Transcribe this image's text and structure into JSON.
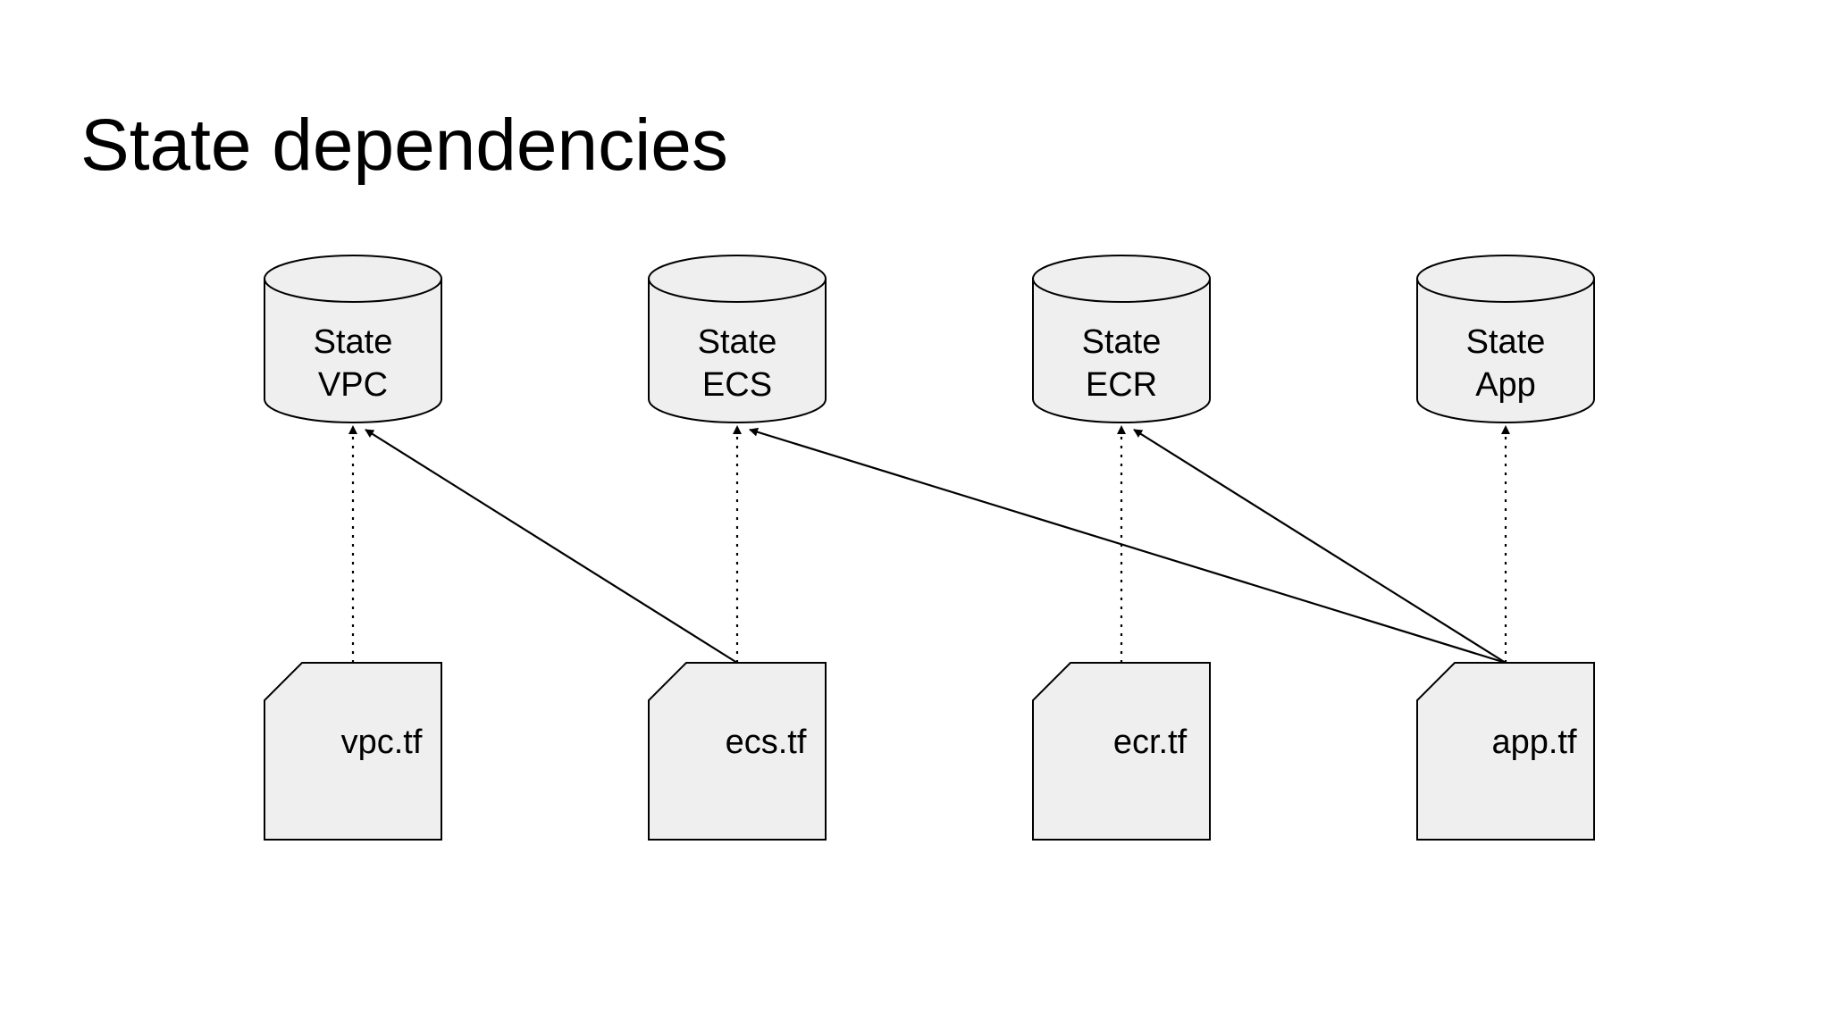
{
  "title": "State dependencies",
  "colors": {
    "shape_fill": "#efefef",
    "stroke": "#000000",
    "background": "#ffffff"
  },
  "states": [
    {
      "id": "vpc",
      "line1": "State",
      "line2": "VPC"
    },
    {
      "id": "ecs",
      "line1": "State",
      "line2": "ECS"
    },
    {
      "id": "ecr",
      "line1": "State",
      "line2": "ECR"
    },
    {
      "id": "app",
      "line1": "State",
      "line2": "App"
    }
  ],
  "files": [
    {
      "id": "vpc",
      "label": "vpc.tf"
    },
    {
      "id": "ecs",
      "label": "ecs.tf"
    },
    {
      "id": "ecr",
      "label": "ecr.tf"
    },
    {
      "id": "app",
      "label": "app.tf"
    }
  ],
  "dependencies": [
    {
      "from": "vpc",
      "to": "vpc",
      "style": "dotted"
    },
    {
      "from": "ecs",
      "to": "ecs",
      "style": "dotted"
    },
    {
      "from": "ecr",
      "to": "ecr",
      "style": "dotted"
    },
    {
      "from": "app",
      "to": "app",
      "style": "dotted"
    },
    {
      "from": "ecs",
      "to": "vpc",
      "style": "solid"
    },
    {
      "from": "app",
      "to": "ecs",
      "style": "solid"
    },
    {
      "from": "app",
      "to": "ecr",
      "style": "solid"
    }
  ]
}
